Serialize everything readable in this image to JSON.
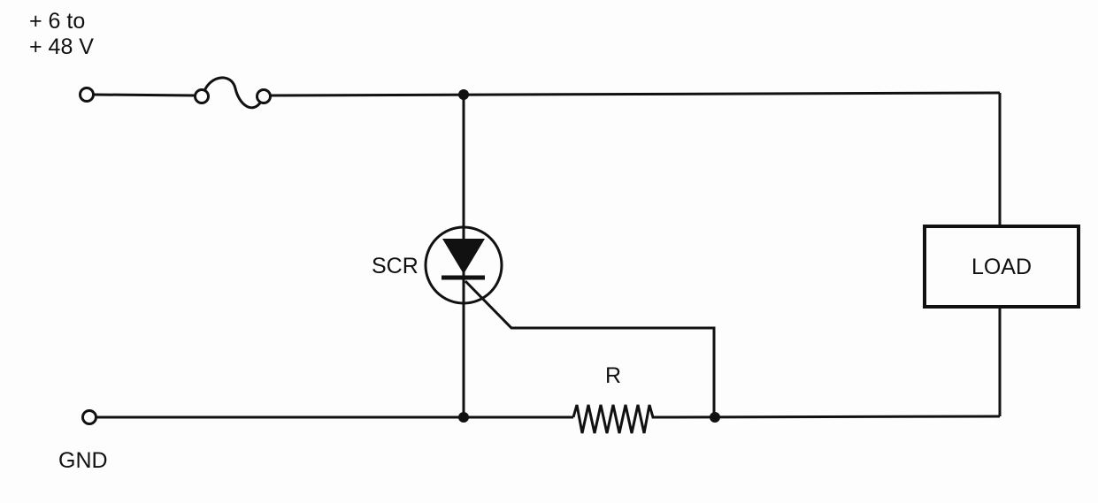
{
  "supply_label_line1": "+ 6 to",
  "supply_label_line2": "+ 48 V",
  "ground_label": "GND",
  "scr_label": "SCR",
  "resistor_label": "R",
  "load_label": "LOAD",
  "colors": {
    "ink": "#111111",
    "background": "#fdfdfd"
  }
}
